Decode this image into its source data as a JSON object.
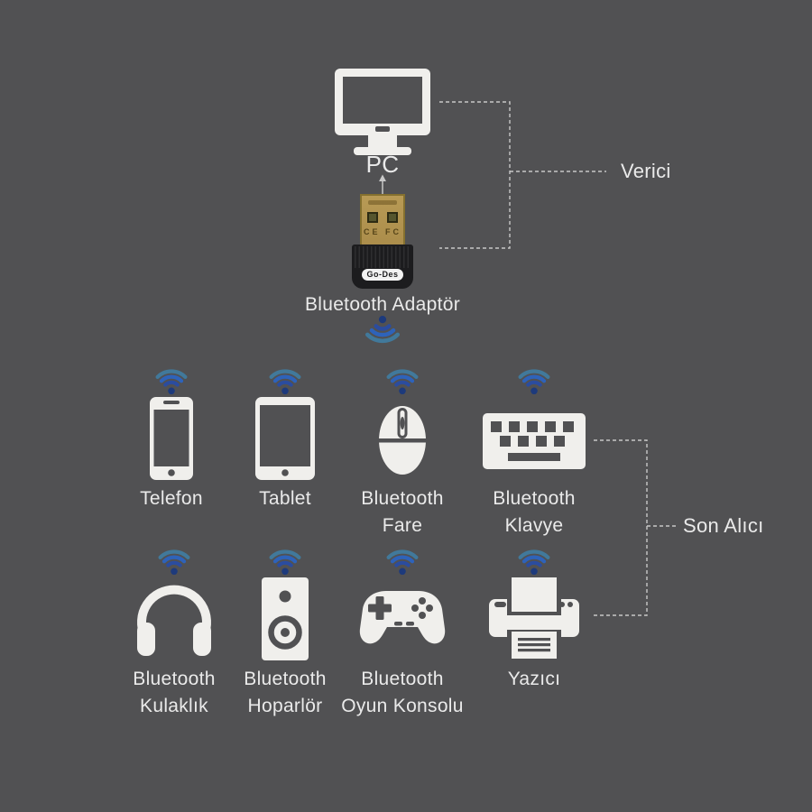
{
  "colors": {
    "background": "#515153",
    "icon": "#f0efec",
    "text": "#eaeaea",
    "dashed": "#c8c8c8",
    "wifi_outer": "#41799b",
    "wifi_mid": "#2e63ba",
    "wifi_inner": "#2b4c9f",
    "wifi_dot": "#1d3a7c",
    "usb_gold": "#b89a55",
    "usb_gold_border": "#85702f",
    "usb_hole": "#55552e",
    "adapter_body": "#1c1c1e",
    "brand_pill": "#f2f2f2",
    "brand_text": "#1c1c1e"
  },
  "transmitter": {
    "pc_label": "PC",
    "adapter_label": "Bluetooth Adaptör",
    "adapter_brand": "Go-Des",
    "usb_marks": "CE FC",
    "bracket_label": "Verici"
  },
  "receivers": {
    "bracket_label": "Son Alıcı",
    "devices": [
      {
        "id": "telefon",
        "icon": "phone-icon",
        "label1": "Telefon",
        "label2": ""
      },
      {
        "id": "tablet",
        "icon": "tablet-icon",
        "label1": "Tablet",
        "label2": ""
      },
      {
        "id": "fare",
        "icon": "mouse-icon",
        "label1": "Bluetooth",
        "label2": "Fare"
      },
      {
        "id": "klavye",
        "icon": "keyboard-icon",
        "label1": "Bluetooth",
        "label2": "Klavye"
      },
      {
        "id": "kulaklik",
        "icon": "headphones-icon",
        "label1": "Bluetooth",
        "label2": "Kulaklık"
      },
      {
        "id": "hoparlor",
        "icon": "speaker-icon",
        "label1": "Bluetooth",
        "label2": "Hoparlör"
      },
      {
        "id": "oyun",
        "icon": "gamepad-icon",
        "label1": "Bluetooth",
        "label2": "Oyun Konsolu"
      },
      {
        "id": "yazici",
        "icon": "printer-icon",
        "label1": "Yazıcı",
        "label2": ""
      }
    ]
  }
}
